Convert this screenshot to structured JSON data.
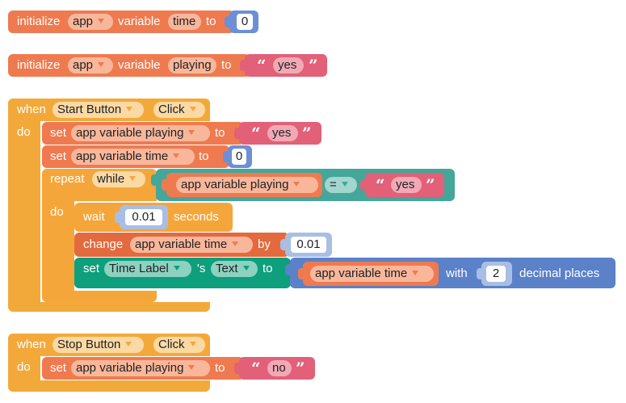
{
  "init_time": {
    "initialize_label": "initialize",
    "scope": "app",
    "variable_label": "variable",
    "var_name": "time",
    "to_label": "to",
    "value": "0"
  },
  "init_playing": {
    "initialize_label": "initialize",
    "scope": "app",
    "variable_label": "variable",
    "var_name": "playing",
    "to_label": "to",
    "value": "yes"
  },
  "start_event": {
    "when_label": "when",
    "component": "Start Button",
    "event": "Click",
    "do_label": "do",
    "set1": {
      "set_label": "set",
      "var": "app variable playing",
      "to_label": "to",
      "value": "yes"
    },
    "set2": {
      "set_label": "set",
      "var": "app variable time",
      "to_label": "to",
      "value": "0"
    },
    "repeat": {
      "repeat_label": "repeat",
      "mode": "while",
      "do_label": "do",
      "lhs": "app variable playing",
      "op": "=",
      "rhs": "yes",
      "wait": {
        "wait_label": "wait",
        "value": "0.01",
        "unit_label": "seconds"
      },
      "change": {
        "change_label": "change",
        "var": "app variable time",
        "by_label": "by",
        "value": "0.01"
      },
      "set_label_text": {
        "set_label": "set",
        "component": "Time Label",
        "possessive": "'s",
        "property": "Text",
        "to_label": "to",
        "var": "app variable time",
        "with_label": "with",
        "decimals": "2",
        "decimal_label": "decimal places"
      }
    }
  },
  "stop_event": {
    "when_label": "when",
    "component": "Stop Button",
    "event": "Click",
    "do_label": "do",
    "set": {
      "set_label": "set",
      "var": "app variable playing",
      "to_label": "to",
      "value": "no"
    }
  },
  "icons": {
    "open_quote": "“",
    "close_quote": "”"
  },
  "colors": {
    "variables": "#ef7a4f",
    "events": "#f3a93a",
    "logic": "#45a69a",
    "text": "#e0677d",
    "math": "#5b81c9",
    "components": "#0e9f7d"
  }
}
